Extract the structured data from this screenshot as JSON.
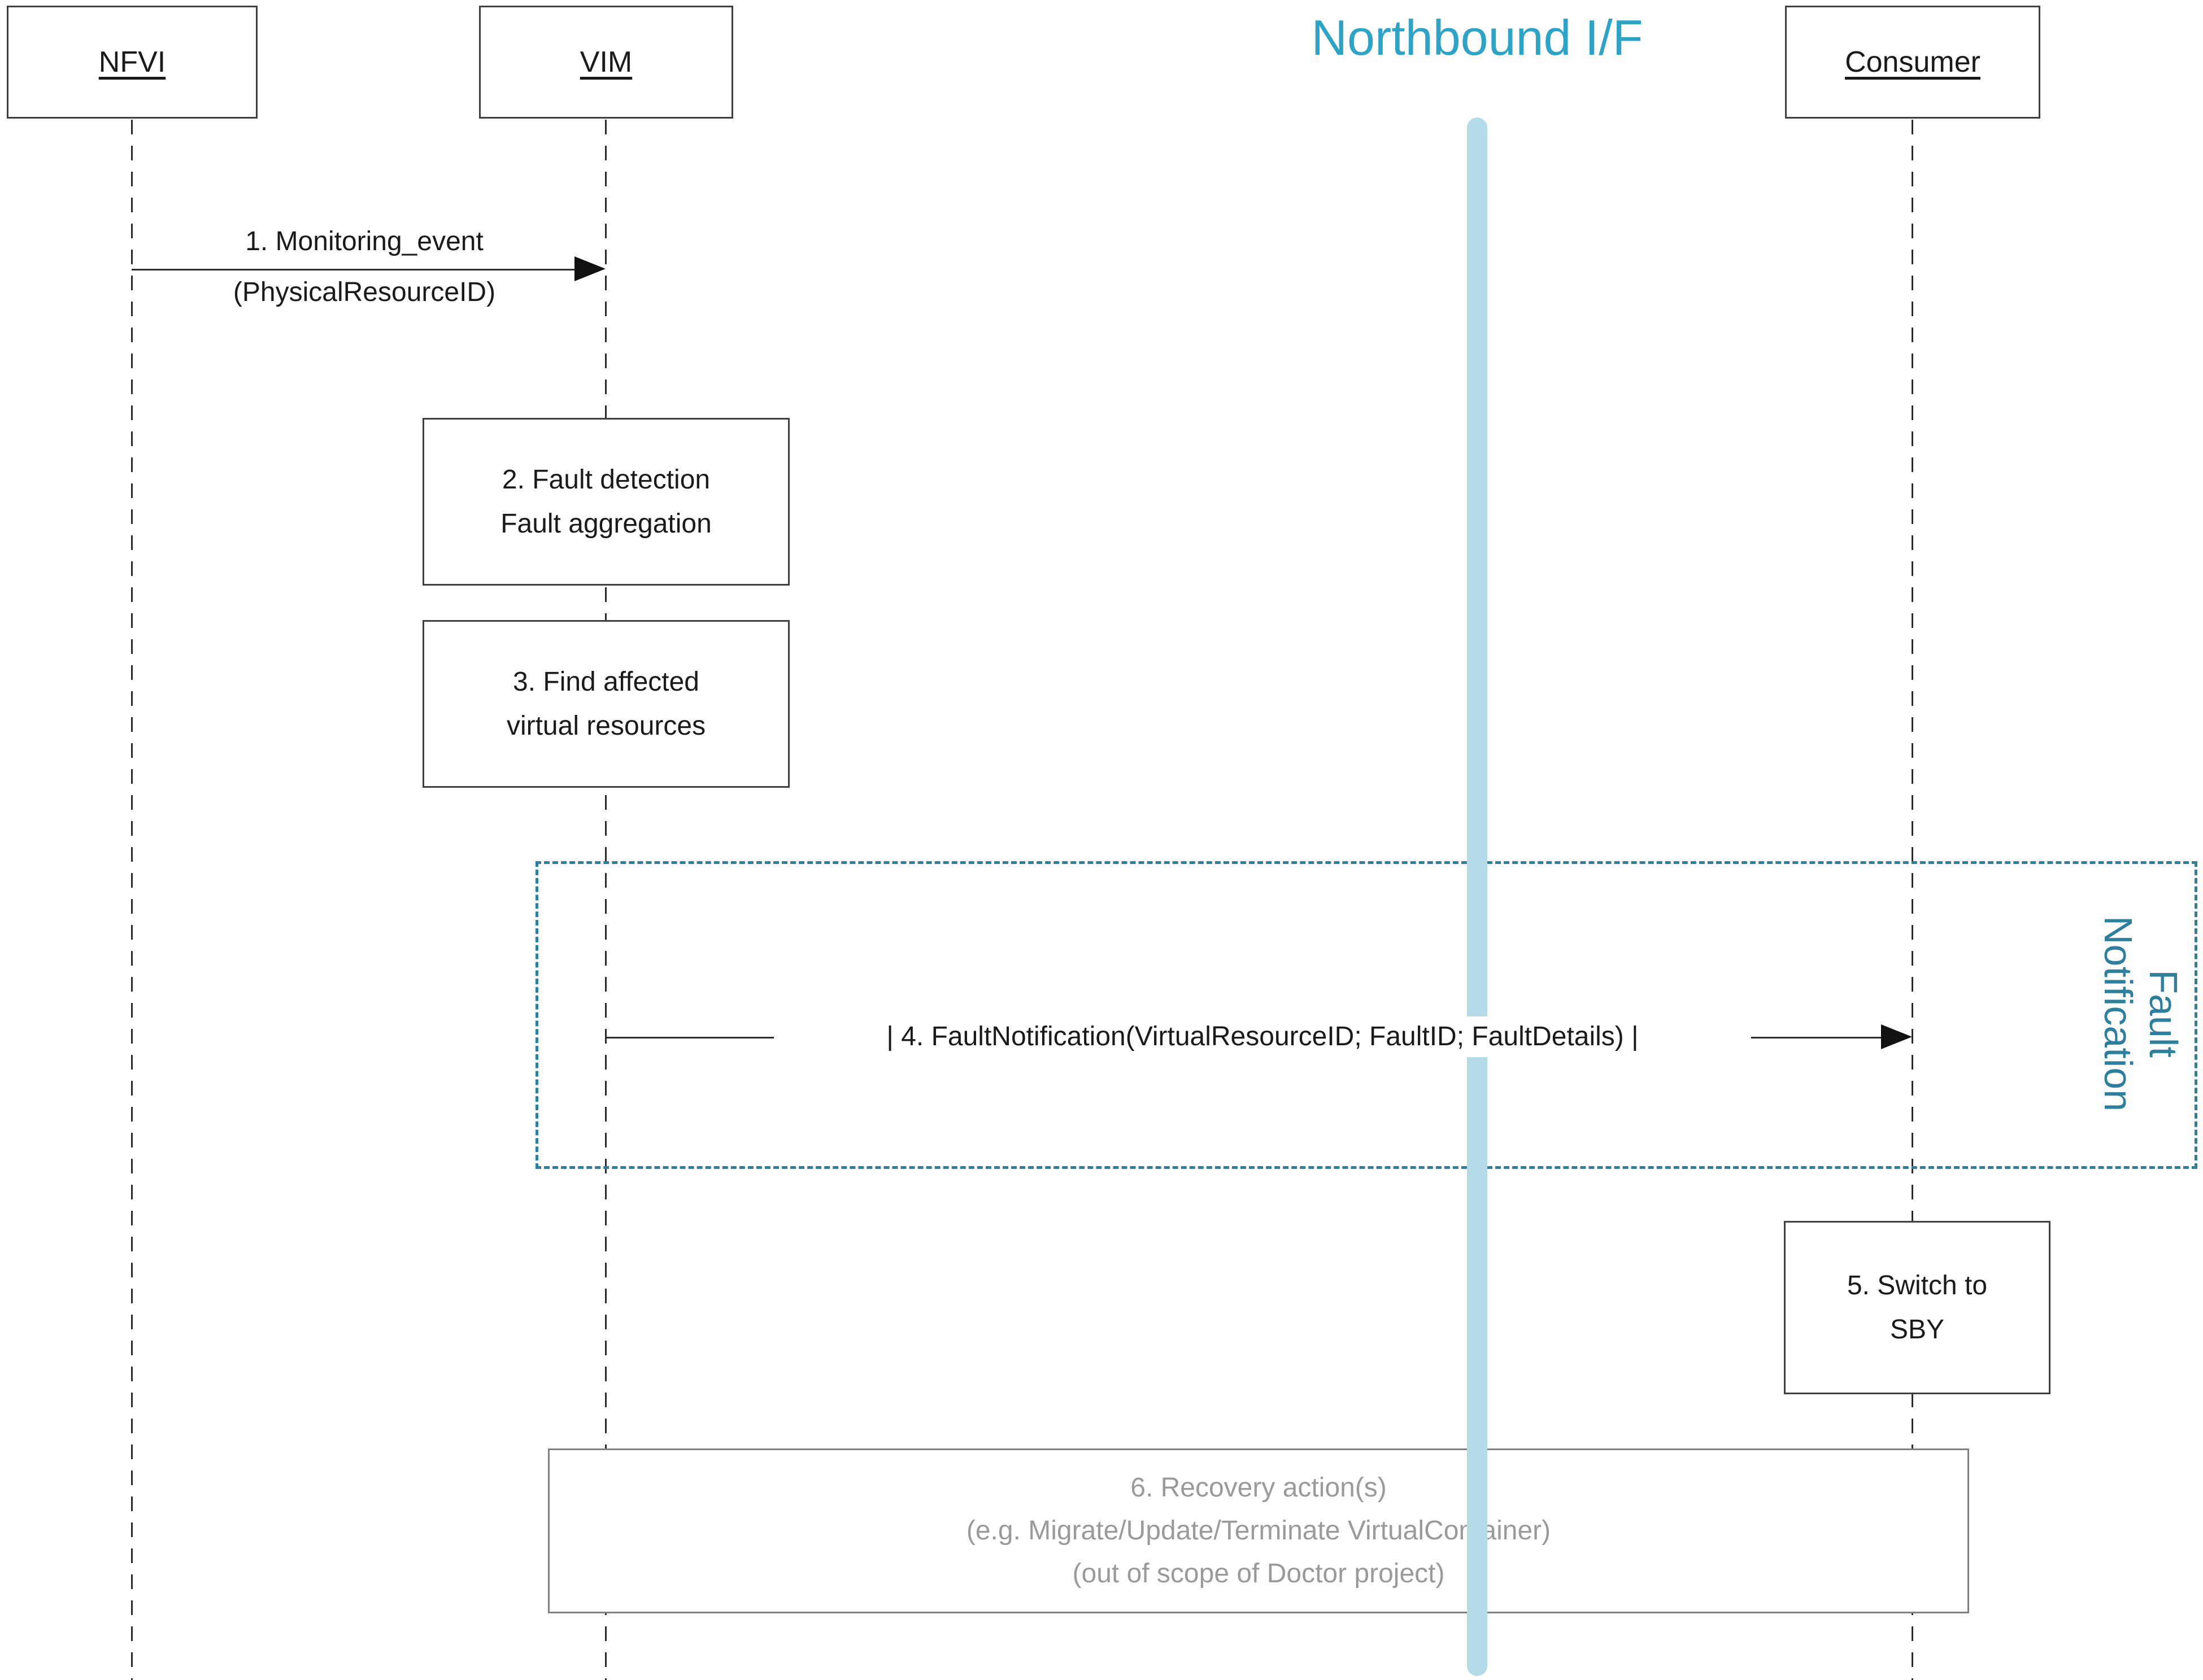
{
  "colors": {
    "teal_title": "#2fa3c6",
    "teal_border": "#2e7f9e",
    "light_blue": "#b5dbe9",
    "gray_text": "#9a9a9a"
  },
  "diagram": {
    "title": "Northbound I/F",
    "actors": {
      "nfvi": "NFVI",
      "vim": "VIM",
      "consumer": "Consumer"
    },
    "msg1": {
      "line1": "1. Monitoring_event",
      "line2": "(PhysicalResourceID)"
    },
    "box2": {
      "line1": "2. Fault detection",
      "line2": "Fault aggregation"
    },
    "box3": {
      "line1": "3. Find affected",
      "line2": "virtual resources"
    },
    "msg4": {
      "label": "| 4. FaultNotification(VirtualResourceID; FaultID; FaultDetails) |"
    },
    "box5": {
      "line1": "5. Switch to",
      "line2": "SBY"
    },
    "box6": {
      "line1": "6. Recovery action(s)",
      "line2": "(e.g. Migrate/Update/Terminate VirtualContainer)",
      "line3": "(out of scope of Doctor project)"
    },
    "region": {
      "line1": "Fault",
      "line2": "Notification"
    }
  }
}
